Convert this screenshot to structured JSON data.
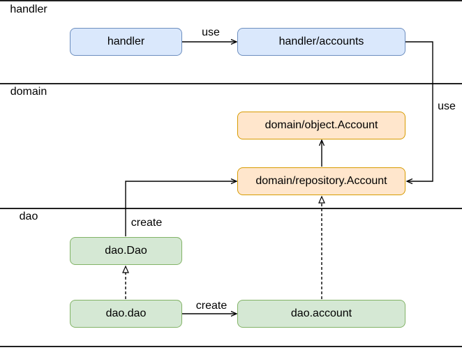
{
  "diagram": {
    "background": "#ffffff",
    "line_color": "#000000",
    "lanes": [
      {
        "label": "handler"
      },
      {
        "label": "domain"
      },
      {
        "label": "dao"
      }
    ],
    "nodes": [
      {
        "id": "handler",
        "label": "handler",
        "lane": "handler",
        "fill": "#dae8fc",
        "stroke": "#6c8ebf"
      },
      {
        "id": "handler-accounts",
        "label": "handler/accounts",
        "lane": "handler",
        "fill": "#dae8fc",
        "stroke": "#6c8ebf"
      },
      {
        "id": "domain-object-account",
        "label": "domain/object.Account",
        "lane": "domain",
        "fill": "#ffe6cc",
        "stroke": "#d79b00"
      },
      {
        "id": "domain-repository-account",
        "label": "domain/repository.Account",
        "lane": "domain",
        "fill": "#ffe6cc",
        "stroke": "#d79b00"
      },
      {
        "id": "dao-Dao",
        "label": "dao.Dao",
        "lane": "dao",
        "fill": "#d5e8d4",
        "stroke": "#82b366"
      },
      {
        "id": "dao-dao",
        "label": "dao.dao",
        "lane": "dao",
        "fill": "#d5e8d4",
        "stroke": "#82b366"
      },
      {
        "id": "dao-account",
        "label": "dao.account",
        "lane": "dao",
        "fill": "#d5e8d4",
        "stroke": "#82b366"
      }
    ],
    "edges": [
      {
        "from": "handler",
        "to": "handler/accounts",
        "label": "use",
        "style": "solid-open-arrow"
      },
      {
        "from": "handler/accounts",
        "to": "domain/repository.Account",
        "label": "use",
        "style": "solid-open-arrow"
      },
      {
        "from": "domain/repository.Account",
        "to": "domain/object.Account",
        "label": "",
        "style": "solid-open-arrow"
      },
      {
        "from": "dao.Dao",
        "to": "domain/repository.Account",
        "label": "create",
        "style": "solid-open-arrow"
      },
      {
        "from": "dao.dao",
        "to": "dao.Dao",
        "label": "",
        "style": "dashed-hollow-triangle"
      },
      {
        "from": "dao.account",
        "to": "domain/repository.Account",
        "label": "",
        "style": "dashed-hollow-triangle"
      },
      {
        "from": "dao.dao",
        "to": "dao.account",
        "label": "create",
        "style": "solid-open-arrow"
      }
    ]
  }
}
